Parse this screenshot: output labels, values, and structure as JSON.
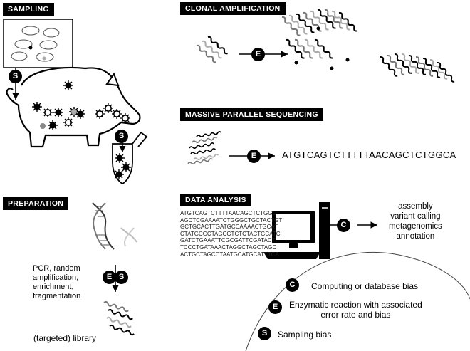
{
  "sections": {
    "sampling": "SAMPLING",
    "clonal": "CLONAL AMPLIFICATION",
    "sequencing": "MASSIVE PARALLEL SEQUENCING",
    "preparation": "PREPARATION",
    "analysis": "DATA ANALYSIS"
  },
  "sequence": {
    "left": "ATGTCAGTCTTTT",
    "mid": "T",
    "right": "AACAGCTCTGGCA"
  },
  "analysis_outputs": [
    "assembly",
    "variant calling",
    "metagenomics",
    "annotation"
  ],
  "read_block": [
    "ATGTCAGTCTTTTAACAGCTCTGGC",
    "AGCTCGAAAATCTGGGCTGCTACTGT",
    "GCTGCACTTGATGCCAAAACTGCAT",
    "CTATGCGCTAGCGTCTCTACTGCATC",
    "GATCTGAAATTCGCGATTCGATACT",
    "TCCCTGATAAACTAGGCTAGCTAGC",
    "ACTGCTAGCCTAATGCATGCATTTCA"
  ],
  "preparation_steps": [
    "PCR, random",
    "amplification,",
    "enrichment,",
    "fragmentation"
  ],
  "library_label": "(targeted) library",
  "legend": {
    "c_text": "Computing or database bias",
    "e_text_1": "Enzymatic reaction with associated",
    "e_text_2": "error rate and bias",
    "s_text": "Sampling bias"
  },
  "symbols": {
    "s": "S",
    "e": "E",
    "c": "C"
  },
  "colors": {
    "black": "#000000",
    "grey": "#999999",
    "light_grey": "#c8c8c8"
  }
}
